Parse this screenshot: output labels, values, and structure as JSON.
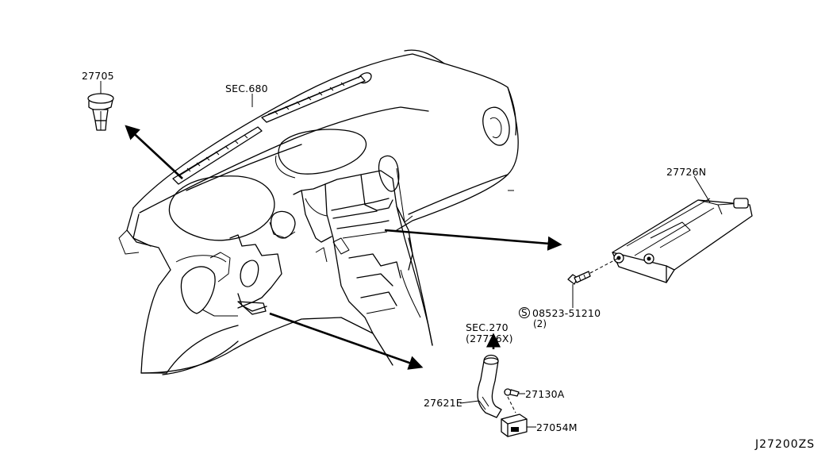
{
  "labels": {
    "part_27705": "27705",
    "sec_680": "SEC.680",
    "part_27726n": "27726N",
    "screw_part": "08523-51210",
    "screw_symbol": "S",
    "screw_qty": "(2)",
    "sec_270": "SEC.270",
    "sec_270_ref": "(27726X)",
    "part_27621e": "27621E",
    "part_27130a": "27130A",
    "part_27054m": "27054M",
    "diagram_code": "J27200ZS"
  }
}
